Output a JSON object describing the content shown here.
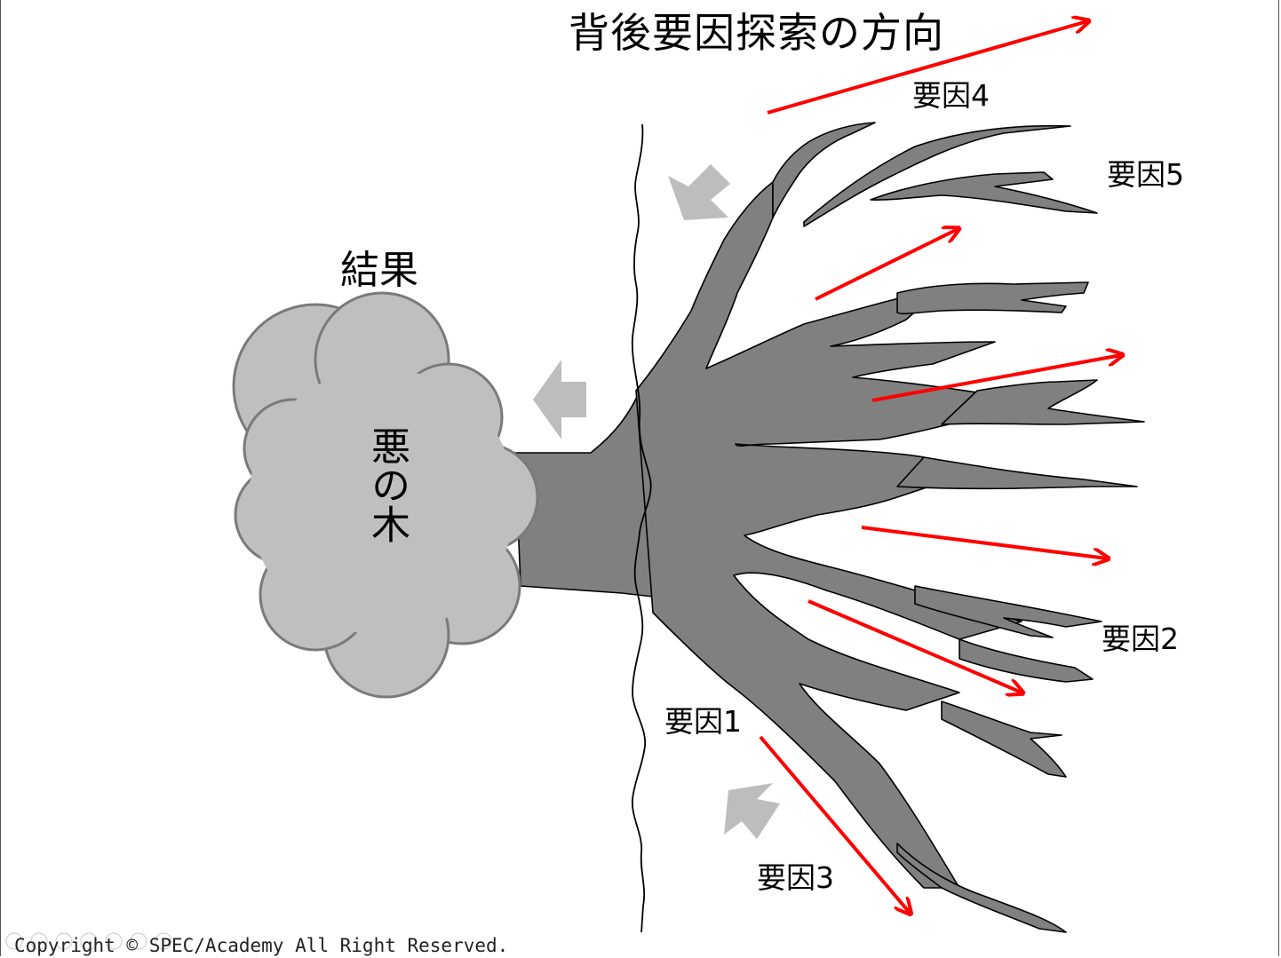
{
  "title": "背後要因探索の方向",
  "result_label": "結果",
  "crown_label": "悪の木",
  "factors": {
    "factor1": "要因1",
    "factor2": "要因2",
    "factor3": "要因3",
    "factor4": "要因4",
    "factor5": "要因5"
  },
  "copyright": "Copyright © SPEC/Academy All Right Reserved.",
  "colors": {
    "root": "#808080",
    "crown": "#bfbfbf",
    "crown_stroke": "#7a7a7a",
    "arrow_red": "#ff0000",
    "arrow_gray": "#bdbdbd"
  }
}
